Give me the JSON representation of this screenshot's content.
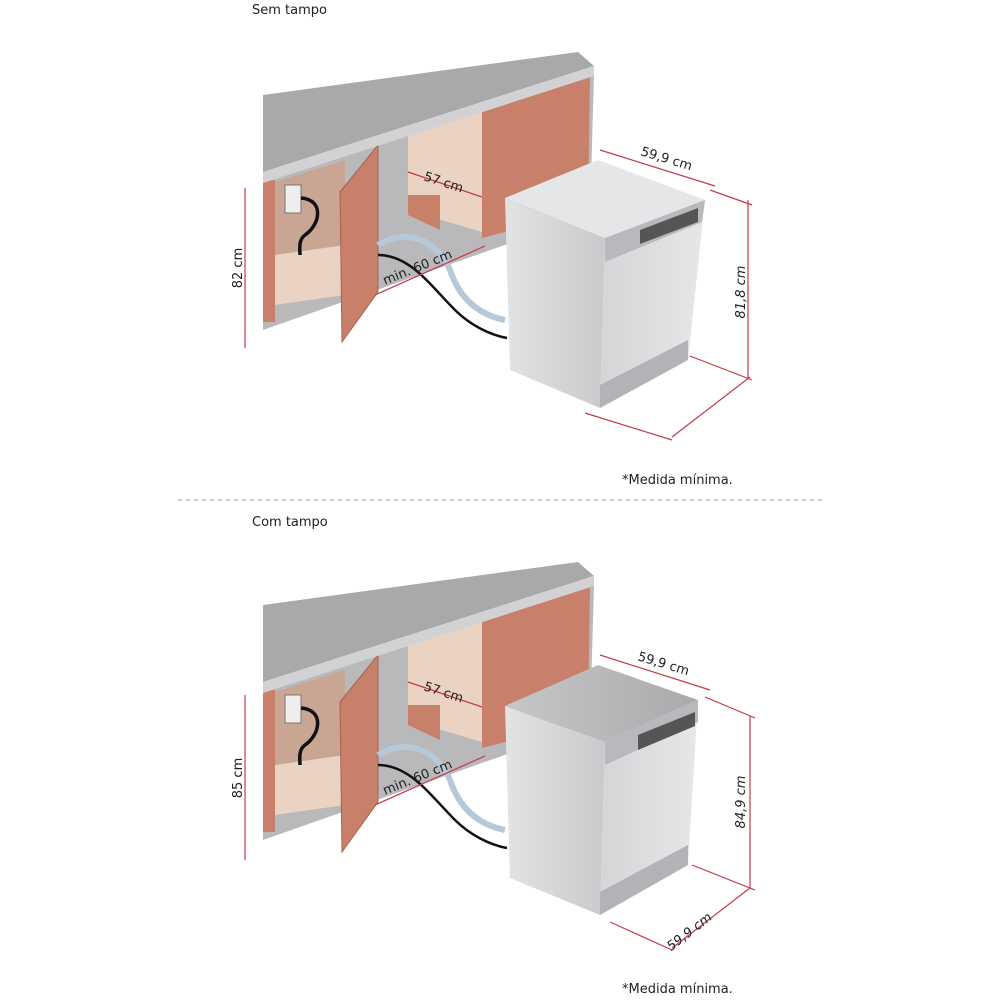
{
  "sections": [
    {
      "title": "Sem tampo",
      "cabinet_height": "82 cm",
      "drawer_width": "57 cm",
      "clearance": "min. 60 cm",
      "dishwasher_width": "59,9 cm",
      "dishwasher_height": "81,8 cm",
      "note": "*Medida mínima."
    },
    {
      "title": "Com tampo",
      "cabinet_height": "85 cm",
      "drawer_width": "57 cm",
      "clearance": "min. 60 cm",
      "dishwasher_width": "59,9 cm",
      "dishwasher_height": "84,9 cm",
      "dishwasher_depth": "59,9 cm",
      "note": "*Medida mínima."
    }
  ],
  "colors": {
    "countertop": "#a9a9ab",
    "cabinet": "#c8806a",
    "interior": "#ead3c2",
    "dimension": "#c23a4a"
  }
}
